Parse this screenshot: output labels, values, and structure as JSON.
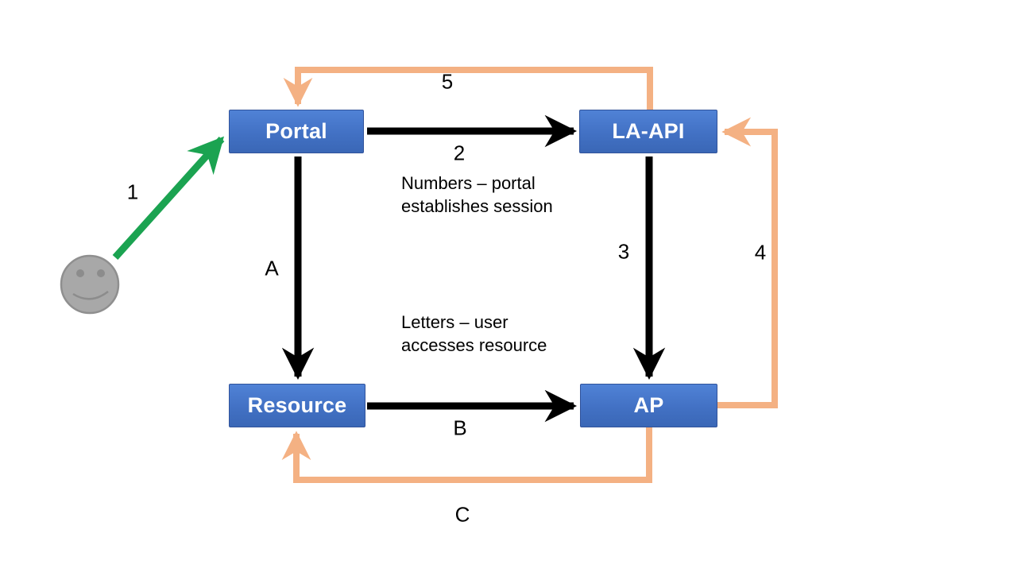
{
  "nodes": [
    {
      "id": "portal",
      "label": "Portal"
    },
    {
      "id": "la_api",
      "label": "LA-API"
    },
    {
      "id": "resource",
      "label": "Resource"
    },
    {
      "id": "ap",
      "label": "AP"
    }
  ],
  "edge_labels": {
    "n1": "1",
    "n2": "2",
    "n3": "3",
    "n4": "4",
    "n5": "5",
    "a": "A",
    "b": "B",
    "c": "C"
  },
  "annotations": {
    "numbers": [
      "Numbers – portal",
      "establishes session"
    ],
    "letters": [
      "Letters – user",
      "accesses resource"
    ]
  },
  "icons": {
    "user": "smiley-face-icon"
  },
  "colors": {
    "node_fill_top": "#5082d6",
    "node_fill_bottom": "#3a67b6",
    "node_border": "#31539b",
    "node_text": "#ffffff",
    "session_arrow": "#000000",
    "return_arrow": "#f4b183",
    "user_arrow": "#1ba351",
    "smiley_fill": "#a8a8a8",
    "smiley_stroke": "#8f8f8f",
    "smiley_feature": "#8c8c8c"
  }
}
